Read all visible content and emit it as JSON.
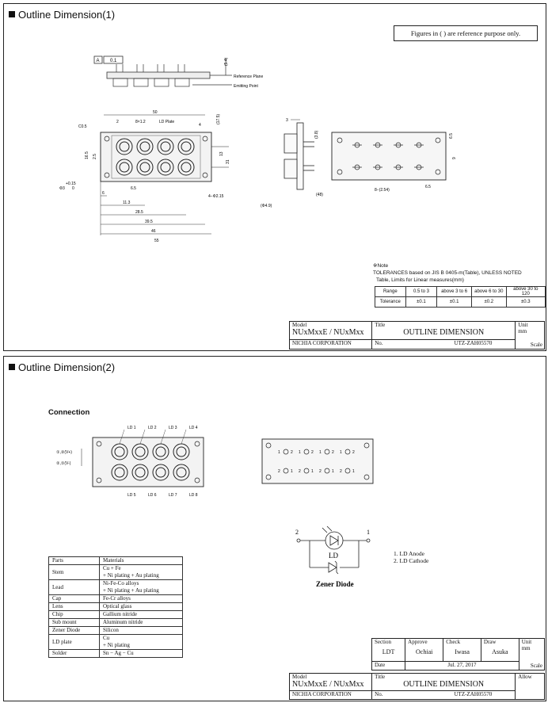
{
  "sheet1": {
    "title": "Outline Dimension(1)",
    "reference_note": "Figures in ( ) are reference purpose only.",
    "drawing_labels": {
      "datum_a": "A",
      "flatness": "0.1",
      "reference_plane": "Reference Plane",
      "emitting_point": "Emitting Point",
      "ld_plate": "LD Plate",
      "dim_50": "50",
      "dim_c05": "C0.5",
      "dim_2": "2",
      "dim_r": "8×1.2",
      "dim_4": "4",
      "dim_165": "16.5",
      "dim_phi3": "Φ3",
      "dim_015": "+0.15",
      "dim_0": "0",
      "dim_6": "6",
      "dim_113": "11.3",
      "dim_285": "28.5",
      "dim_395": "39.5",
      "dim_46": "46",
      "dim_55": "55",
      "dim_holes": "4−Φ2.15",
      "dim_phi49": "(Φ4.9)",
      "dim_48": "(48)",
      "dim_3": "3",
      "dim_38": "(3.8)",
      "dim_65": "6.5",
      "dim_9": "9",
      "dim_8x": "8−(2.54)",
      "dim_65b": "6.5",
      "dim_13": "13",
      "dim_31": "31",
      "dim_175": "(17.5)",
      "dim_54": "(5.4)",
      "dim_25": "2.5"
    },
    "note_mark": "※Note",
    "note_line": "TOLERANCES based on JIS B 0405-m(Table), UNLESS NOTED",
    "table_caption": "Table, Limits for Linear measures(mm)",
    "tolerance_table": {
      "headers": [
        "Range",
        "0.5 to 3",
        "above 3 to 6",
        "above 6 to 30",
        "above 30 to 120"
      ],
      "values": [
        "Tolerance",
        "±0.1",
        "±0.1",
        "±0.2",
        "±0.3"
      ]
    },
    "title_block": {
      "model_label": "Model",
      "model_value": "NUxMxxE / NUxMxx",
      "title_label": "Title",
      "title_value": "OUTLINE DIMENSION",
      "unit_label": "Unit",
      "unit_value": "mm",
      "company": "NICHIA CORPORATION",
      "no_label": "No.",
      "no_value": "UTZ-ZAH05570",
      "scale_label": "Scale"
    }
  },
  "sheet2": {
    "title": "Outline Dimension(2)",
    "connection_title": "Connection",
    "ld_top": [
      "LD 1",
      "LD 2",
      "LD 3",
      "LD 4"
    ],
    "ld_bottom": [
      "LD 5",
      "LD 6",
      "LD 7",
      "LD 8"
    ],
    "pin_labels": {
      "anode": "①,②(V+)",
      "cathode": "②,①(V-)"
    },
    "pin_numbers_top": [
      [
        "1",
        "2"
      ],
      [
        "1",
        "2"
      ],
      [
        "1",
        "2"
      ],
      [
        "1",
        "2"
      ]
    ],
    "pin_numbers_bottom": [
      [
        "2",
        "1"
      ],
      [
        "2",
        "1"
      ],
      [
        "2",
        "1"
      ],
      [
        "2",
        "1"
      ]
    ],
    "circuit": {
      "pin2": "2",
      "pin1": "1",
      "ld": "LD",
      "zener_label": "Zener Diode"
    },
    "ld_legend": [
      "1. LD Anode",
      "2. LD Cathode"
    ],
    "materials": {
      "headers": [
        "Parts",
        "Materials"
      ],
      "rows": [
        [
          "Stem",
          "Cu + Fe",
          "+ Ni plating + Au plating"
        ],
        [
          "Lead",
          "Ni-Fe-Co alloys",
          "+ Ni plating + Au plating"
        ],
        [
          "Cap",
          "Fe-Cr alloys",
          ""
        ],
        [
          "Lens",
          "Optical glass",
          ""
        ],
        [
          "Chip",
          "Gallium nitride",
          ""
        ],
        [
          "Sub mount",
          "Aluminum nitride",
          ""
        ],
        [
          "Zener Diode",
          "Silicon",
          ""
        ],
        [
          "LD plate",
          "Cu",
          "+ Ni plating"
        ],
        [
          "Solder",
          "Sn − Ag − Cu",
          ""
        ]
      ]
    },
    "title_block": {
      "section_label": "Section",
      "section_value": "LDT",
      "approve_label": "Approve",
      "approve_value": "Ochiai",
      "check_label": "Check",
      "check_value": "Iwasa",
      "draw_label": "Draw",
      "draw_value": "Asuka",
      "unit_label": "Unit",
      "unit_value": "mm",
      "scale_label": "Scale",
      "date_label": "Date",
      "date_value": "Jul. 27, 2017",
      "allow_label": "Allow",
      "model_label": "Model",
      "model_value": "NUxMxxE / NUxMxx",
      "title_label": "Title",
      "title_value": "OUTLINE DIMENSION",
      "company": "NICHIA CORPORATION",
      "no_label": "No.",
      "no_value": "UTZ-ZAH05570"
    }
  }
}
